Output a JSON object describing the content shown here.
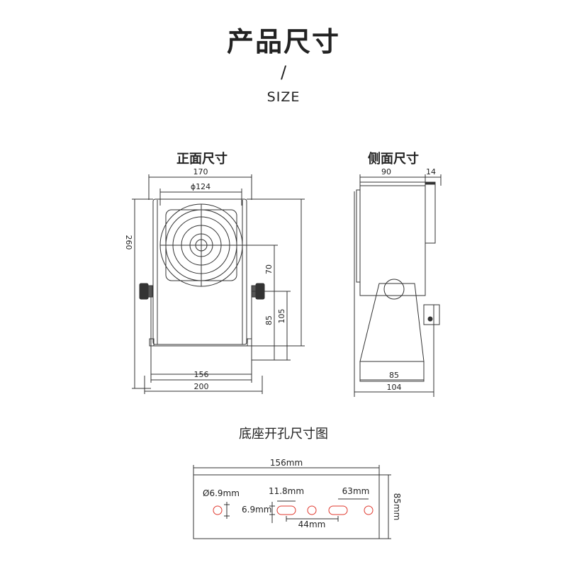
{
  "header": {
    "title": "产品尺寸",
    "separator": "/",
    "subtitle": "SIZE"
  },
  "front_view": {
    "heading": "正面尺寸",
    "dims": {
      "width_top": "170",
      "fan_diameter": "ϕ124",
      "height": "260",
      "fan_center_height": "70",
      "pivot_height": "85",
      "knob_height": "105",
      "base_inner_width": "156",
      "base_outer_width": "200"
    }
  },
  "side_view": {
    "heading": "侧面尺寸",
    "dims": {
      "depth_top": "90",
      "front_lip": "14",
      "base_top_depth": "85",
      "base_depth": "104"
    }
  },
  "base_plate": {
    "heading": "底座开孔尺寸图",
    "dims": {
      "length": "156mm",
      "height": "85mm",
      "hole_diameter": "Ø6.9mm",
      "slot_length": "11.8mm",
      "slot_width": "6.9mm",
      "slot_pitch": "44mm",
      "hole_spacing": "63mm"
    },
    "hole_color": "#e03a2f"
  }
}
